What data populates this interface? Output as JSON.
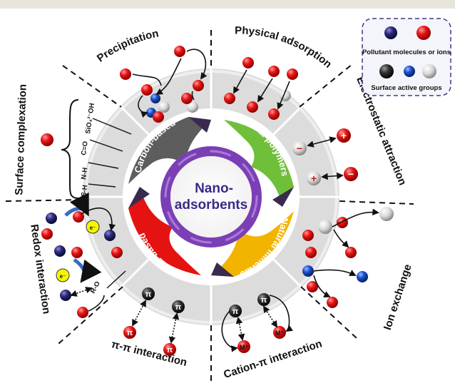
{
  "colors": {
    "pollutant_blue": "#2a2a7a",
    "pollutant_red": "#e01010",
    "group_black": "#222222",
    "group_blue": "#1a4fd0",
    "group_white": "#d8d8d8",
    "carbon": "#5a5a5a",
    "natural_polymers": "#6fbf3a",
    "natural_minerals": "#f2b400",
    "metal": "#e01010",
    "center_ring": "#7b3fb5",
    "outer_ring": "#dadada"
  },
  "legend": {
    "pollutant_label": "Pollutant molecules or ions",
    "surface_label": "Surface active groups"
  },
  "center": {
    "line1": "Nano-",
    "line2": "adsorbents"
  },
  "materials": {
    "carbon": "Carbon-based",
    "polymers": "Natural polymers",
    "minerals": "Natural minerals",
    "metal": "Metal-based"
  },
  "mechanisms": {
    "precipitation": "Precipitation",
    "physical": "Physical adsorption",
    "electrostatic": "Electrostatic attraction",
    "ion_exchange": "Ion exchange",
    "cation_pi": "Cation-π interaction",
    "pi_pi": "π-π interaction",
    "redox": "Redox interaction",
    "complexation": "Surface complexation"
  },
  "groups": {
    "sio": "SiO₄²⁻OH",
    "co": "C=O",
    "nh": "N-H",
    "sh": "S-H",
    "ro": "R-O"
  },
  "symbols": {
    "pi": "π",
    "electron": "e⁻",
    "metal_ion": "M⁺",
    "minus": "−",
    "plus": "+"
  }
}
